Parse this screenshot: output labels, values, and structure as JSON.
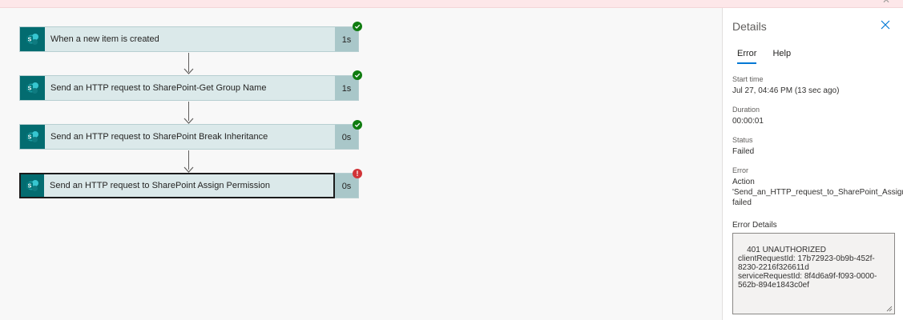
{
  "banner": {
    "close_glyph": "✕"
  },
  "flow": {
    "steps": [
      {
        "title": "When a new item is created",
        "duration": "1s",
        "status": "succeeded",
        "icon": "sharepoint-icon"
      },
      {
        "title": "Send an HTTP request to SharePoint-Get Group Name",
        "duration": "1s",
        "status": "succeeded",
        "icon": "sharepoint-icon"
      },
      {
        "title": "Send an HTTP request to SharePoint Break Inheritance",
        "duration": "0s",
        "status": "succeeded",
        "icon": "sharepoint-icon"
      },
      {
        "title": "Send an HTTP request to SharePoint Assign Permission",
        "duration": "0s",
        "status": "failed",
        "icon": "sharepoint-icon"
      }
    ],
    "error_badge_glyph": "!"
  },
  "details": {
    "title": "Details",
    "tabs": [
      {
        "label": "Error",
        "active": true
      },
      {
        "label": "Help",
        "active": false
      }
    ],
    "start_time_label": "Start time",
    "start_time_value": "Jul 27, 04:46 PM (13 sec ago)",
    "duration_label": "Duration",
    "duration_value": "00:00:01",
    "status_label": "Status",
    "status_value": "Failed",
    "error_label": "Error",
    "error_value_line1": "Action",
    "error_value_line2": "'Send_an_HTTP_request_to_SharePoint_Assign_Pe",
    "error_value_line3": "failed",
    "error_details_label": "Error Details",
    "error_details_text": "401 UNAUTHORIZED\nclientRequestId: 17b72923-0b9b-452f-\n8230-2216f326611d\nserviceRequestId: 8f4d6a9f-f093-0000-\n562b-894e1843c0ef"
  },
  "colors": {
    "sharepoint": "#036c70",
    "step_bg": "#dbe9ea",
    "success": "#107c10",
    "error": "#d13438",
    "accent": "#0078d4"
  }
}
